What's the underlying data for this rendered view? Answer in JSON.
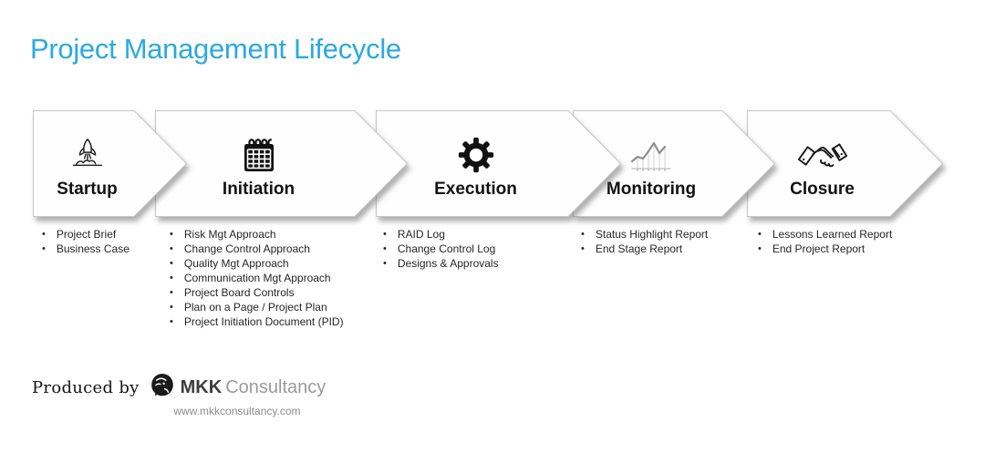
{
  "title": {
    "text": "Project Management Lifecycle",
    "color": "#2BA9E0"
  },
  "stages": [
    {
      "name": "Startup",
      "icon": "rocket-launch-icon",
      "deliverables": [
        "Project Brief",
        "Business Case"
      ]
    },
    {
      "name": "Initiation",
      "icon": "calendar-icon",
      "deliverables": [
        "Risk Mgt Approach",
        "Change Control Approach",
        "Quality Mgt Approach",
        "Communication Mgt Approach",
        "Project Board Controls",
        "Plan on a Page / Project Plan",
        "Project Initiation Document (PID)"
      ]
    },
    {
      "name": "Execution",
      "icon": "gear-icon",
      "deliverables": [
        "RAID Log",
        "Change Control Log",
        "Designs & Approvals"
      ]
    },
    {
      "name": "Monitoring",
      "icon": "line-chart-icon",
      "deliverables": [
        "Status Highlight Report",
        "End Stage Report"
      ]
    },
    {
      "name": "Closure",
      "icon": "handshake-icon",
      "deliverables": [
        "Lessons Learned Report",
        "End Project Report"
      ]
    }
  ],
  "footer": {
    "produced_by": "Produced by",
    "brand_bold": "MKK",
    "brand_light": "Consultancy",
    "website": "www.mkkconsultancy.com",
    "logo": "lion-logo"
  }
}
